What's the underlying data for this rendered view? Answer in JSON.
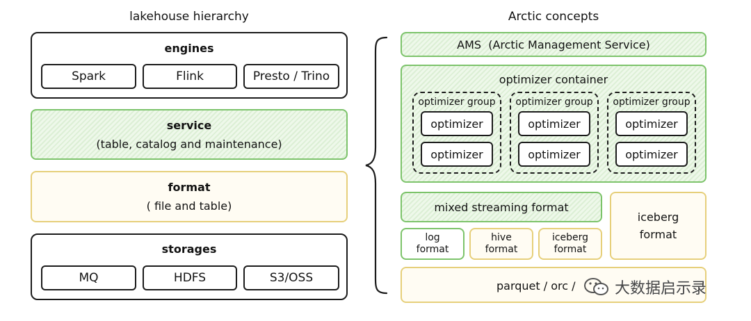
{
  "left": {
    "title": "lakehouse hierarchy",
    "engines": {
      "title": "engines",
      "items": [
        "Spark",
        "Flink",
        "Presto / Trino"
      ]
    },
    "service": {
      "title": "service",
      "subtitle": "(table, catalog and maintenance)"
    },
    "format": {
      "title": "format",
      "subtitle": "( file and table)"
    },
    "storages": {
      "title": "storages",
      "items": [
        "MQ",
        "HDFS",
        "S3/OSS"
      ]
    }
  },
  "right": {
    "title": "Arctic concepts",
    "ams": "AMS  (Arctic Management Service)",
    "optimizer_container": {
      "title": "optimizer container",
      "group_label": "optimizer group",
      "optimizer_label": "optimizer"
    },
    "mixed_streaming_format": "mixed streaming format",
    "iceberg_format": {
      "line1": "iceberg",
      "line2": "format"
    },
    "log_format": {
      "line1": "log",
      "line2": "format"
    },
    "hive_format": {
      "line1": "hive",
      "line2": "format"
    },
    "iceberg_format_small": {
      "line1": "iceberg",
      "line2": "format"
    },
    "parquet": "parquet / orc /"
  },
  "watermark": "大数据启示录",
  "colors": {
    "green_border": "#7cc36a",
    "yellow_border": "#e6cf7a",
    "ink": "#1a1a1a"
  }
}
